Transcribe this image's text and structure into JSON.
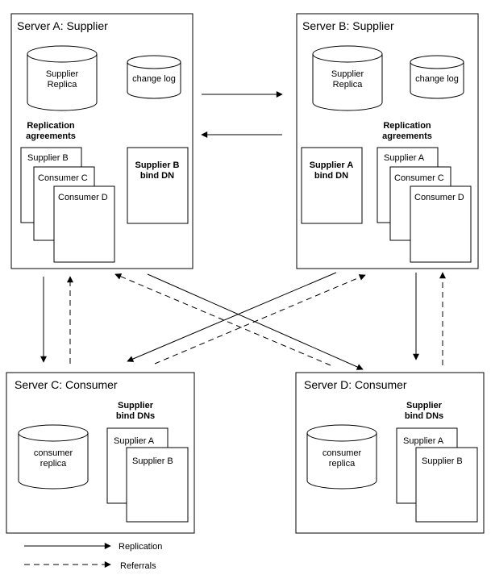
{
  "servers": {
    "a": {
      "title": "Server A: Supplier",
      "replica": [
        "Supplier",
        "Replica"
      ],
      "changelog": "change log",
      "agreements_heading": [
        "Replication",
        "agreements"
      ],
      "agreements": [
        "Supplier B",
        "Consumer C",
        "Consumer D"
      ],
      "bind_dn": [
        "Supplier B",
        "bind DN"
      ]
    },
    "b": {
      "title": "Server B: Supplier",
      "replica": [
        "Supplier",
        "Replica"
      ],
      "changelog": "change log",
      "agreements_heading": [
        "Replication",
        "agreements"
      ],
      "agreements": [
        "Supplier A",
        "Consumer C",
        "Consumer D"
      ],
      "bind_dn": [
        "Supplier A",
        "bind DN"
      ]
    },
    "c": {
      "title": "Server C: Consumer",
      "replica": [
        "consumer",
        "replica"
      ],
      "bind_dns_heading": [
        "Supplier",
        "bind DNs"
      ],
      "bind_dns": [
        "Supplier A",
        "Supplier B"
      ]
    },
    "d": {
      "title": "Server D: Consumer",
      "replica": [
        "consumer",
        "replica"
      ],
      "bind_dns_heading": [
        "Supplier",
        "bind DNs"
      ],
      "bind_dns": [
        "Supplier A",
        "Supplier B"
      ]
    }
  },
  "legend": {
    "replication": "Replication",
    "referrals": "Referrals"
  }
}
